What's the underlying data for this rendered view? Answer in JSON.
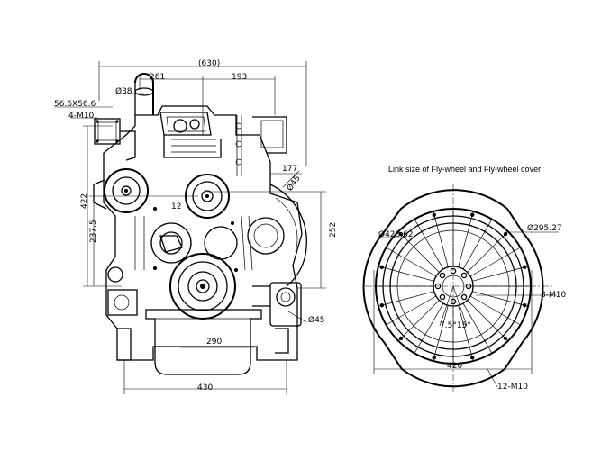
{
  "caption": "Link size of Fly-wheel and Fly-wheel cover",
  "dims": {
    "overall_width": "(630)",
    "d_261": "261",
    "d_193": "193",
    "pipe_dia": "Ø38",
    "flange": "56.6X56.6",
    "flange_bolts": "4-M10",
    "d_177": "177",
    "d_45_top": "Ø45",
    "d_12": "12",
    "d_422": "422",
    "d_2375": "237.5",
    "d_252": "252",
    "d_290": "290",
    "d_45_bot": "Ø45",
    "d_430": "430",
    "fw_42862": "Ø428.62",
    "fw_29527": "Ø295.27",
    "fw_8m10": "8-M10",
    "fw_angle": "7.5°15°",
    "fw_420": "420",
    "fw_12m10": "12-M10"
  }
}
